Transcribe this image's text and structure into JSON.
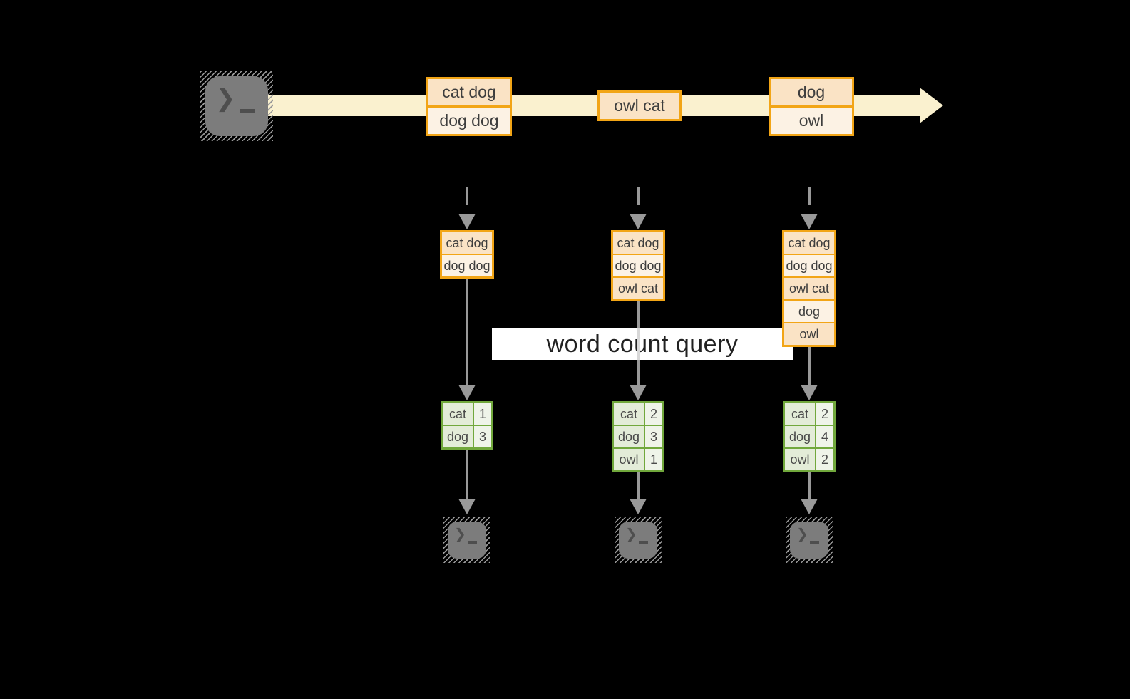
{
  "query_label": "word count query",
  "stream_events": [
    {
      "cells": [
        "cat dog",
        "dog dog"
      ]
    },
    {
      "cells": [
        "owl cat"
      ]
    },
    {
      "cells": [
        "dog",
        "owl"
      ]
    }
  ],
  "columns": [
    {
      "buffer": [
        "cat dog",
        "dog dog"
      ],
      "counts": [
        {
          "word": "cat",
          "count": "1"
        },
        {
          "word": "dog",
          "count": "3"
        }
      ]
    },
    {
      "buffer": [
        "cat dog",
        "dog dog",
        "owl cat"
      ],
      "counts": [
        {
          "word": "cat",
          "count": "2"
        },
        {
          "word": "dog",
          "count": "3"
        },
        {
          "word": "owl",
          "count": "1"
        }
      ]
    },
    {
      "buffer": [
        "cat dog",
        "dog dog",
        "owl cat",
        "dog",
        "owl"
      ],
      "counts": [
        {
          "word": "cat",
          "count": "2"
        },
        {
          "word": "dog",
          "count": "4"
        },
        {
          "word": "owl",
          "count": "2"
        }
      ]
    }
  ],
  "icons": {
    "source_terminal": "terminal-icon",
    "sink_terminal": "terminal-icon",
    "prompt_glyph": "❯"
  },
  "colors": {
    "accent_orange": "#F2A516",
    "event_fill_dark": "#FAE3C5",
    "event_fill_light": "#FCF2E4",
    "stream_arrow": "#FAF1CF",
    "table_green": "#71A83C",
    "table_fill": "#E3ECD8",
    "table_fill_light": "#EFF4E9",
    "arrow_gray": "#999999",
    "terminal_gray": "#7C7C7C",
    "background": "#000000"
  }
}
